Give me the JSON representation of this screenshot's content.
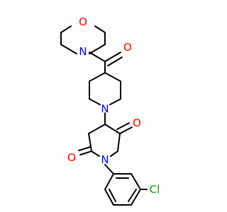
{
  "molecule": {
    "atoms": {
      "O_morph": "O",
      "N_morph": "N",
      "O_carbonyl": "O",
      "N_pip": "N",
      "O_succ_a": "O",
      "N_succ": "N",
      "O_succ_b": "O",
      "Cl": "Cl"
    },
    "colors": {
      "bond": "#000000",
      "oxygen": "#ff0000",
      "nitrogen": "#0000ff",
      "chlorine": "#00a000",
      "background": "#ffffff"
    }
  }
}
